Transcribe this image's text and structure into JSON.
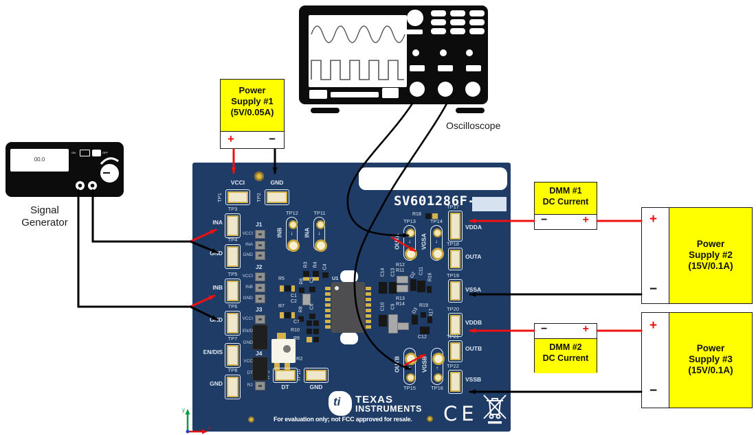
{
  "colors": {
    "wire_red": "#ee1111",
    "wire_black": "#000000",
    "pcb_blue": "#1f3c66",
    "box_yellow": "#ffff00",
    "pad_cream": "#efe7cc",
    "pad_gold": "#d4b34a",
    "silkscreen": "#dfe8f2"
  },
  "signal_generator": {
    "label_line1": "Signal",
    "label_line2": "Generator",
    "display_value": "00.0",
    "on_label": "ON",
    "off_label": "OFF"
  },
  "oscilloscope": {
    "label": "Oscilloscope"
  },
  "power_supply_1": {
    "line1": "Power",
    "line2": "Supply #1",
    "line3": "(5V/0.05A)",
    "plus": "+",
    "minus": "−"
  },
  "dmm_1": {
    "line1": "DMM #1",
    "line2": "DC Current",
    "plus": "+",
    "minus": "−"
  },
  "power_supply_2": {
    "line1": "Power",
    "line2": "Supply #2",
    "line3": "(15V/0.1A)",
    "plus": "+",
    "minus": "−"
  },
  "dmm_2": {
    "line1": "DMM #2",
    "line2": "DC Current",
    "plus": "+",
    "minus": "−"
  },
  "power_supply_3": {
    "line1": "Power",
    "line2": "Supply #3",
    "line3": "(15V/0.1A)",
    "plus": "+",
    "minus": "−"
  },
  "pcb": {
    "silkscreen_title": "SV601286F-",
    "note": "For evaluation only; not FCC approved for resale.",
    "brand_bug": "ti",
    "brand_line1": "TEXAS",
    "brand_line2": "INSTRUMENTS",
    "ce": "CE",
    "chip_label": "U1",
    "trimmer_label": "R2",
    "test_points": [
      {
        "id": "TP1",
        "signal": "VCCI"
      },
      {
        "id": "TP2",
        "signal": "GND"
      },
      {
        "id": "TP3",
        "signal": "INA"
      },
      {
        "id": "TP4",
        "signal": "GND"
      },
      {
        "id": "TP5",
        "signal": "INB"
      },
      {
        "id": "TP6",
        "signal": "GND"
      },
      {
        "id": "TP7",
        "signal": "EN/DIS"
      },
      {
        "id": "TP8",
        "signal": "GND"
      },
      {
        "id": "TP9",
        "signal": "DT"
      },
      {
        "id": "TP10",
        "signal": "GND"
      },
      {
        "id": "TP11",
        "signal": "INA"
      },
      {
        "id": "TP12",
        "signal": "INB"
      },
      {
        "id": "TP13",
        "signal": "OUTA"
      },
      {
        "id": "TP14",
        "signal": "VGSA"
      },
      {
        "id": "TP15",
        "signal": "OUTB"
      },
      {
        "id": "TP16",
        "signal": "VGSB"
      },
      {
        "id": "TP17",
        "signal": "VDDA"
      },
      {
        "id": "TP18",
        "signal": "OUTA"
      },
      {
        "id": "TP19",
        "signal": "VSSA"
      },
      {
        "id": "TP20",
        "signal": "VDDB"
      },
      {
        "id": "TP21",
        "signal": "OUTB"
      },
      {
        "id": "TP22",
        "signal": "VSSB"
      }
    ],
    "headers": [
      {
        "id": "J1",
        "pins": [
          "VCCI",
          "INA",
          "GND"
        ]
      },
      {
        "id": "J2",
        "pins": [
          "VCCI",
          "INB",
          "GND"
        ]
      },
      {
        "id": "J3",
        "pins": [
          "VCCI",
          "EN/D",
          "GND"
        ]
      },
      {
        "id": "J4",
        "pins": [
          "VCC",
          "DT",
          "R2"
        ]
      }
    ],
    "components": [
      "R5",
      "R7",
      "R3",
      "R4",
      "C4",
      "R6",
      "C5",
      "C1",
      "C2",
      "C6",
      "R8",
      "C7",
      "R10",
      "R9",
      "C14",
      "C13",
      "R12",
      "R11",
      "D2",
      "C11",
      "R16",
      "C10",
      "C9",
      "R13",
      "R14",
      "D3",
      "R19",
      "R17",
      "C12",
      "R18"
    ]
  },
  "axis": {
    "x": "x",
    "y": "y"
  }
}
